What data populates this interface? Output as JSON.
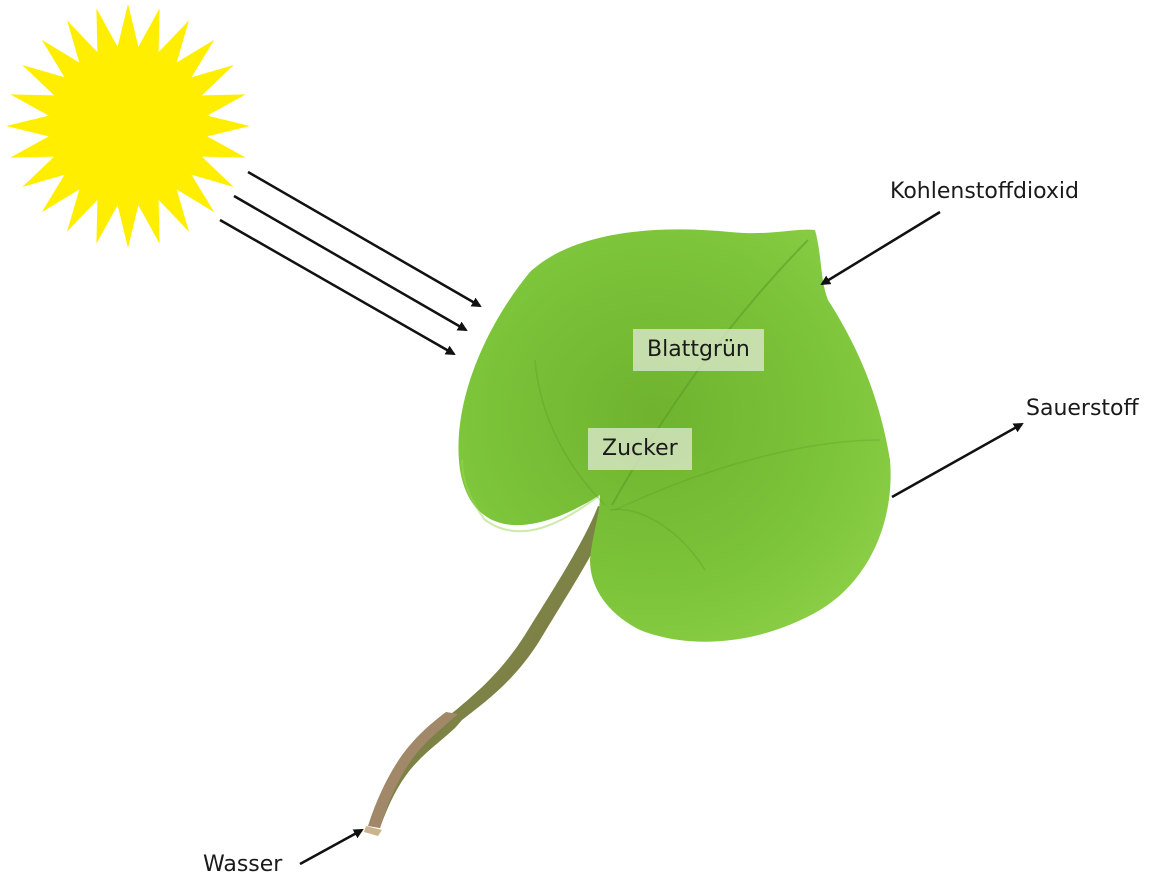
{
  "labels": {
    "carbon_dioxide": "Kohlenstoffdioxid",
    "oxygen": "Sauerstoff",
    "water": "Wasser",
    "chlorophyll": "Blattgrün",
    "sugar": "Zucker"
  },
  "colors": {
    "sun": "#ffee00",
    "leaf": "#7cc43a",
    "leaf_dark": "#5a9a26",
    "stem": "#7d8a3e",
    "stem_base": "#a08868",
    "arrow": "#111111",
    "tag_background": "#dce8cd"
  },
  "icons": {
    "sun": "sun-icon",
    "leaf": "leaf-illustration"
  }
}
